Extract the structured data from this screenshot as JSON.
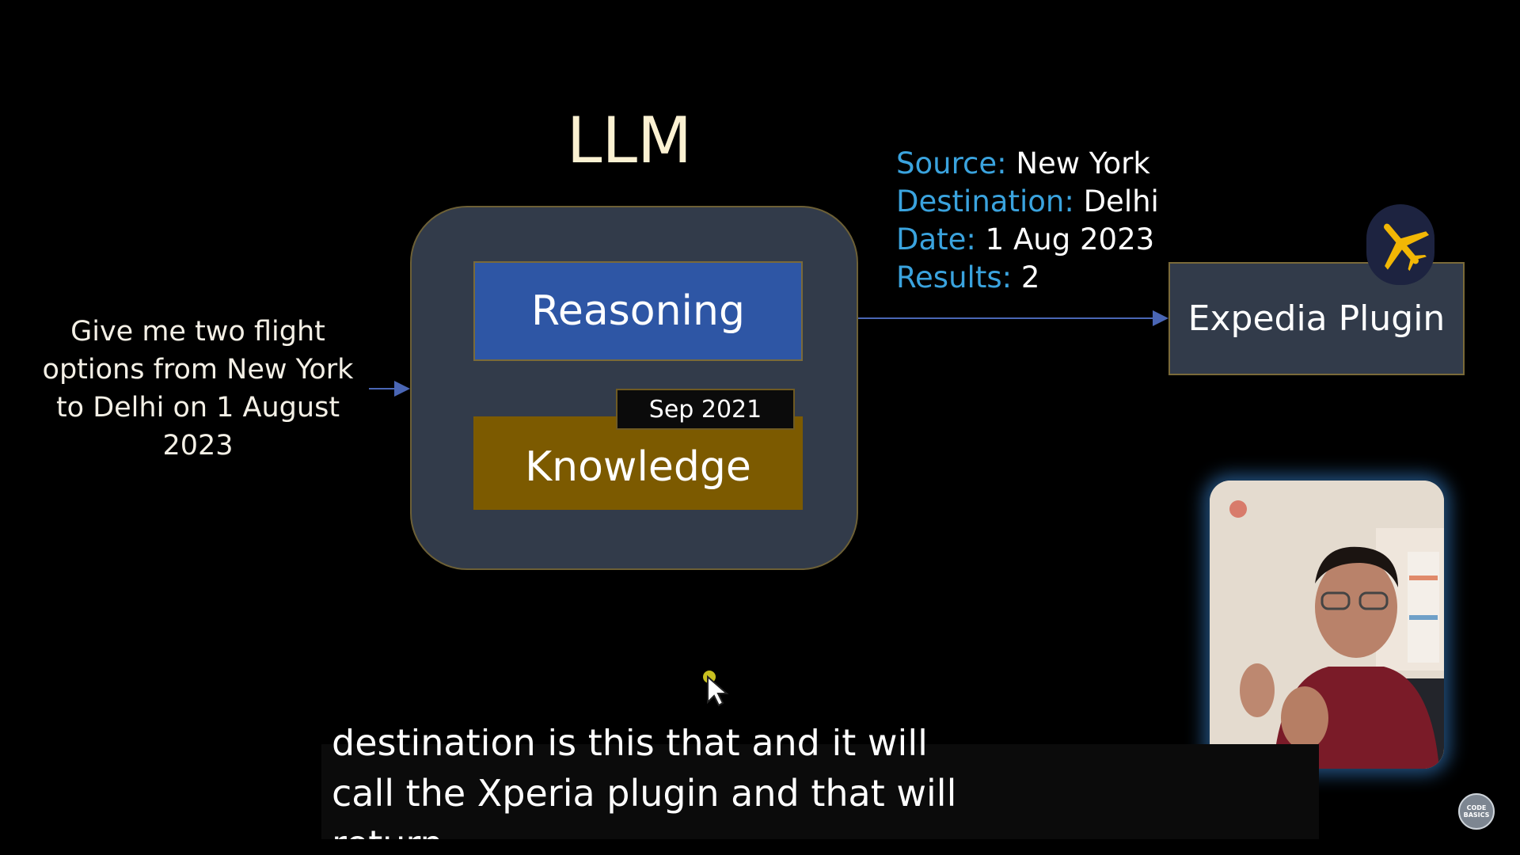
{
  "slide": {
    "llm_title": "LLM",
    "prompt": "Give me two flight options from New York to Delhi on 1 August 2023",
    "reasoning_label": "Reasoning",
    "knowledge_label": "Knowledge",
    "knowledge_cutoff": "Sep 2021",
    "params": {
      "source_key": "Source:",
      "source_val": "New York",
      "destination_key": "Destination:",
      "destination_val": "Delhi",
      "date_key": "Date:",
      "date_val": "1 Aug 2023",
      "results_key": "Results:",
      "results_val": "2"
    },
    "plugin_label": "Expedia Plugin"
  },
  "captions": {
    "line1": "destination is this that and it will",
    "line2": "call the Xperia plugin and that will",
    "line3": "return"
  },
  "channel_logo": "CODE BASICS",
  "icons": {
    "plane": "airplane-icon",
    "cursor": "mouse-cursor-icon"
  },
  "colors": {
    "background": "#000000",
    "llm_box": "#323b4a",
    "reasoning": "#2e56a5",
    "knowledge": "#7c5a00",
    "param_key": "#3aa3de",
    "plane_icon": "#f2b705",
    "webcam_glow": "#3c8cdc"
  }
}
